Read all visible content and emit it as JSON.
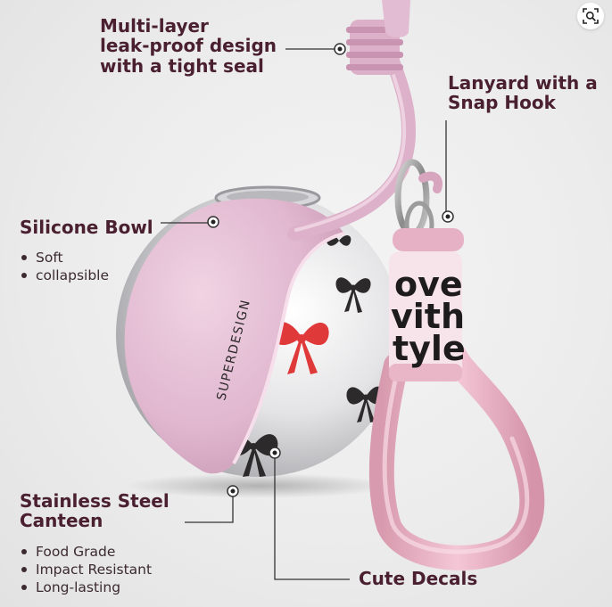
{
  "labels": {
    "leak_proof": [
      "Multi-layer",
      "leak-proof design",
      "with a tight seal"
    ],
    "lanyard": [
      "Lanyard with a",
      "Snap Hook"
    ],
    "silicone_bowl": "Silicone Bowl",
    "silicone_features": [
      "Soft",
      "collapsible"
    ],
    "canteen": [
      "Stainless Steel",
      "Canteen"
    ],
    "canteen_features": [
      "Food Grade",
      "Impact Resistant",
      "Long-lasting"
    ],
    "decals": "Cute Decals"
  },
  "product": {
    "brand_mark": "SUPERDESIGN",
    "strap_text": [
      "ove",
      "vith",
      "tyle"
    ]
  },
  "icons": {
    "zoom": "zoom-lens-icon"
  },
  "colors": {
    "label_text": "#4a2030",
    "silicone_pink": "#e2bcd3",
    "strap_pink": "#efbccd",
    "decal_red": "#e0393a",
    "decal_dark": "#2d2a2b"
  }
}
